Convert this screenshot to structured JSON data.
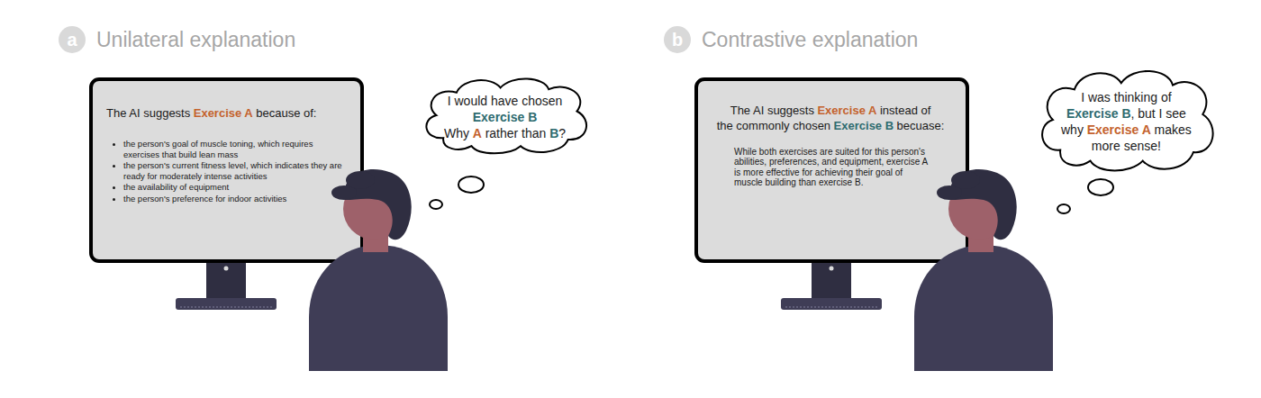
{
  "diagram": {
    "nodes": [
      {
        "text": [
          "a",
          "Unilateral explanation"
        ]
      },
      {
        "text": [
          "The AI suggests",
          "Exercise A",
          "because of:",
          "the person's goal of muscle toning, which requires exercises that build lean mass",
          "the person's current fitness level, which indicates they are ready for moderately intense activities",
          "the availability of equipment",
          "the person's preference for indoor activities"
        ]
      },
      {
        "text": [
          "I would have chosen",
          "Exercise B",
          "Why",
          "A",
          "rather than",
          "B",
          "?"
        ]
      },
      {
        "text": [
          "b",
          "Contrastive explanation"
        ]
      },
      {
        "text": [
          "The AI suggests",
          "Exercise A",
          "instead of",
          "the commonly chosen",
          "Exercise B",
          "becuase:",
          "While both exercises are suited for this person's abilities, preferences, and equipment, exercise A is more effective for achieving their goal of muscle building than exercise B."
        ]
      },
      {
        "text": [
          "I was thinking of",
          "Exercise B",
          ",",
          "but I see",
          "why",
          "Exercise A",
          "makes",
          "more sense!"
        ]
      }
    ]
  }
}
